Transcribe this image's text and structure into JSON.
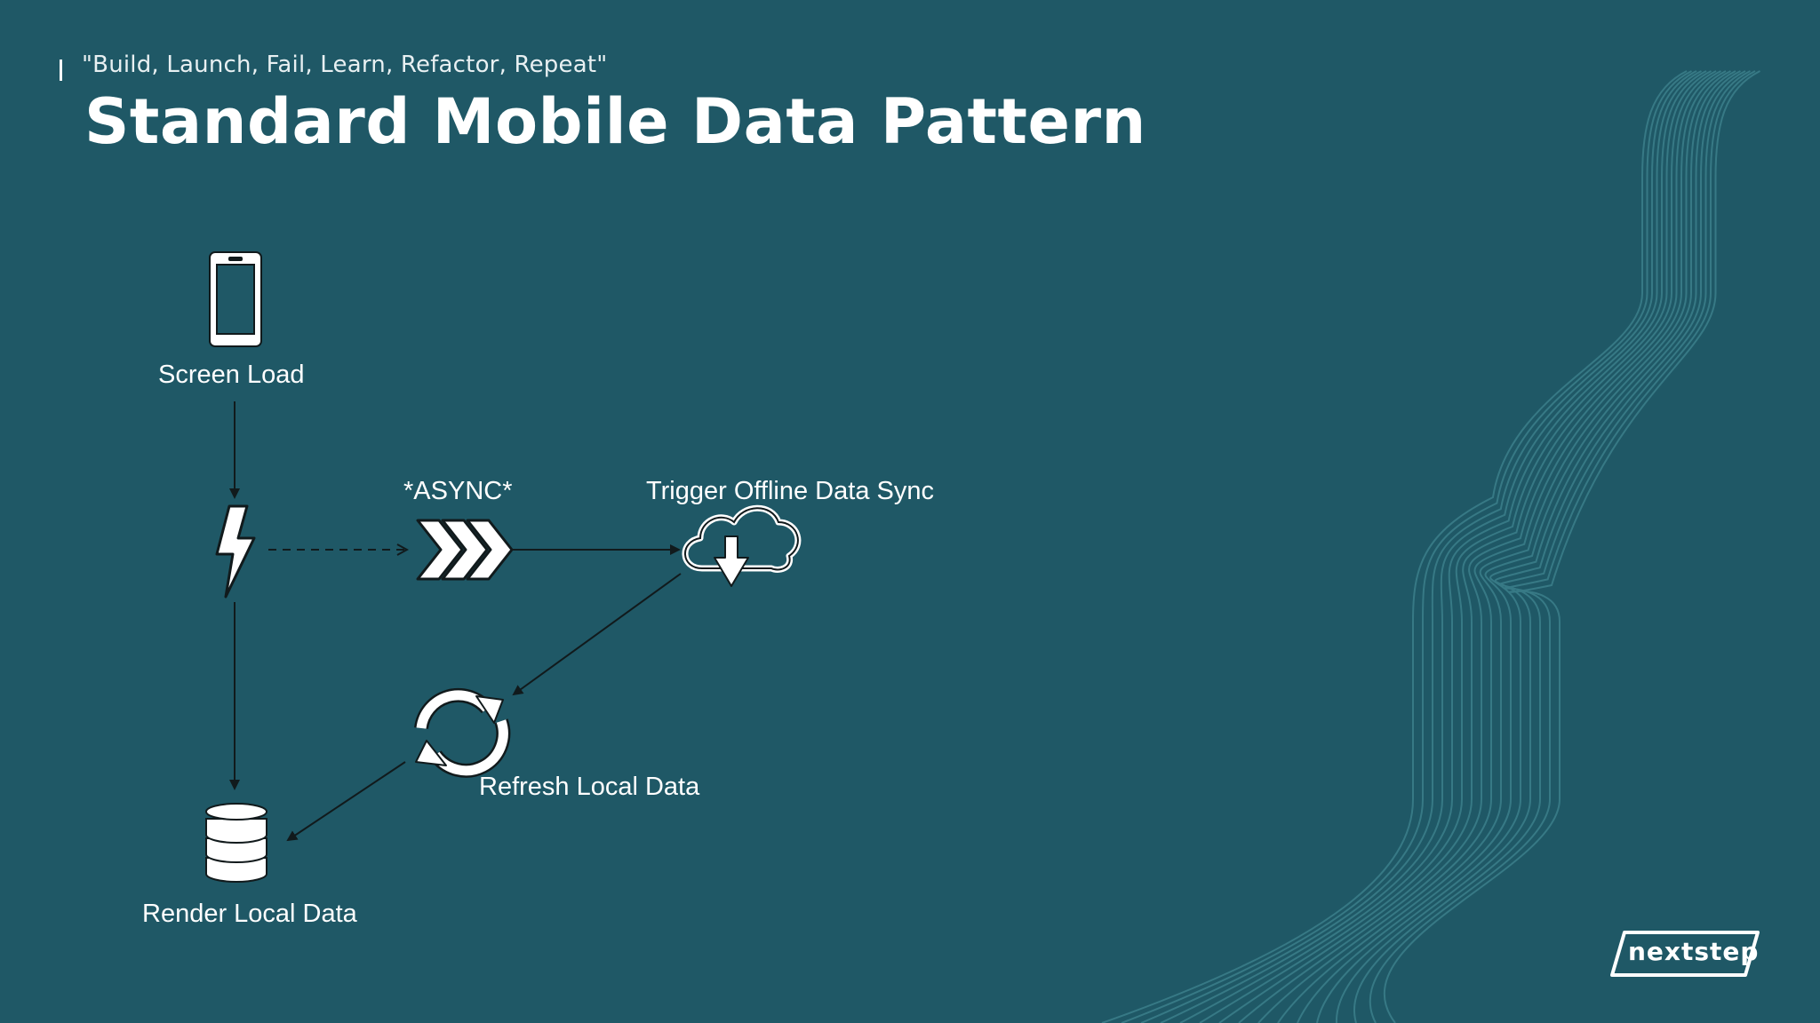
{
  "slide": {
    "kicker": "\"Build, Launch, Fail, Learn, Refactor, Repeat\"",
    "title": "Standard Mobile Data Pattern"
  },
  "diagram": {
    "nodes": {
      "screen_load": {
        "label": "Screen Load",
        "icon": "smartphone-icon"
      },
      "event": {
        "label": "",
        "icon": "lightning-bolt-icon"
      },
      "async": {
        "label": "*ASYNC*",
        "icon": "chevrons-right-icon"
      },
      "sync": {
        "label": "Trigger Offline Data Sync",
        "icon": "cloud-download-icon"
      },
      "refresh": {
        "label": "Refresh Local Data",
        "icon": "refresh-icon"
      },
      "render": {
        "label": "Render Local Data",
        "icon": "database-icon"
      }
    },
    "edges": [
      {
        "from": "screen_load",
        "to": "event",
        "style": "solid"
      },
      {
        "from": "event",
        "to": "async",
        "style": "dashed"
      },
      {
        "from": "async",
        "to": "sync",
        "style": "solid"
      },
      {
        "from": "sync",
        "to": "refresh",
        "style": "solid"
      },
      {
        "from": "refresh",
        "to": "render",
        "style": "solid"
      },
      {
        "from": "event",
        "to": "render",
        "style": "solid"
      }
    ]
  },
  "brand": {
    "logo_text": "nextstep"
  },
  "colors": {
    "background": "#1f5866",
    "text": "#ffffff",
    "lines": "#3f8590",
    "arrow": "#111a1c"
  }
}
